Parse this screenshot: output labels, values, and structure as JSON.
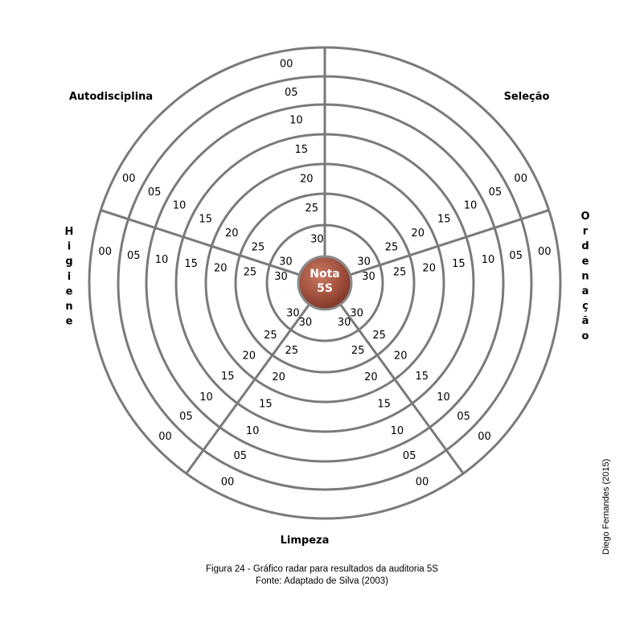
{
  "axes": [
    {
      "id": "selecao",
      "label": "Seleção",
      "orientation": "horizontal"
    },
    {
      "id": "ordenacao",
      "label": "Ordenação",
      "orientation": "vertical"
    },
    {
      "id": "limpeza",
      "label": "Limpeza",
      "orientation": "horizontal"
    },
    {
      "id": "higiene",
      "label": "Higiene",
      "orientation": "vertical"
    },
    {
      "id": "autodisciplina",
      "label": "Autodisciplina",
      "orientation": "horizontal"
    }
  ],
  "scale_labels": [
    "00",
    "05",
    "10",
    "15",
    "20",
    "25",
    "30"
  ],
  "center": {
    "line1": "Nota",
    "line2": "5S"
  },
  "caption": {
    "line1": "Figura 24 - Gráfico radar para resultados da auditoria 5S",
    "line2": "Fonte: Adaptado de Silva (2003)"
  },
  "credit": "Diego Fernandes (2015)",
  "colors": {
    "rings": "#7a7a7a",
    "center_fill": "#a0503c",
    "text": "#000000"
  }
}
